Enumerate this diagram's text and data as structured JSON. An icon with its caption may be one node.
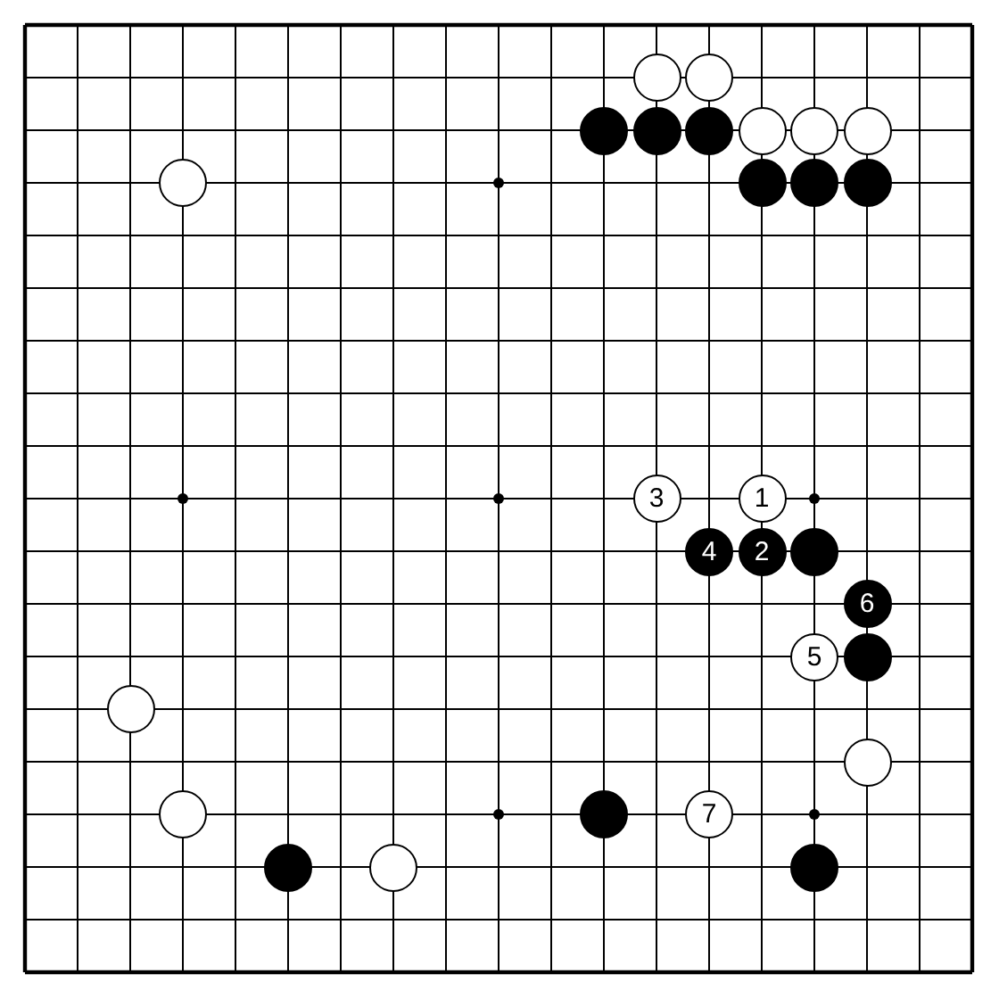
{
  "diagram": {
    "nodes": [
      {
        "text": [],
        "shape": "circle"
      },
      {
        "text": [],
        "shape": "circle"
      },
      {
        "text": [],
        "shape": "circle"
      },
      {
        "text": [],
        "shape": "circle"
      },
      {
        "text": [],
        "shape": "circle"
      },
      {
        "text": [],
        "shape": "circle"
      },
      {
        "text": [],
        "shape": "circle"
      },
      {
        "text": [],
        "shape": "circle"
      },
      {
        "text": [],
        "shape": "circle"
      },
      {
        "text": [],
        "shape": "circle"
      },
      {
        "text": [],
        "shape": "circle"
      },
      {
        "text": [],
        "shape": "circle"
      },
      {
        "text": [
          "3"
        ]
      },
      {
        "text": [
          "1"
        ]
      },
      {
        "text": [
          "4"
        ]
      },
      {
        "text": [
          "2"
        ]
      },
      {
        "text": [],
        "shape": "circle"
      },
      {
        "text": [
          "6"
        ]
      },
      {
        "text": [
          "5"
        ]
      },
      {
        "text": [],
        "shape": "circle"
      },
      {
        "text": [],
        "shape": "circle"
      },
      {
        "text": [],
        "shape": "circle"
      },
      {
        "text": [],
        "shape": "circle"
      },
      {
        "text": [],
        "shape": "circle"
      },
      {
        "text": [
          "7"
        ]
      },
      {
        "text": [],
        "shape": "circle"
      },
      {
        "text": [],
        "shape": "circle"
      },
      {
        "text": [],
        "shape": "circle"
      }
    ],
    "edges": []
  }
}
